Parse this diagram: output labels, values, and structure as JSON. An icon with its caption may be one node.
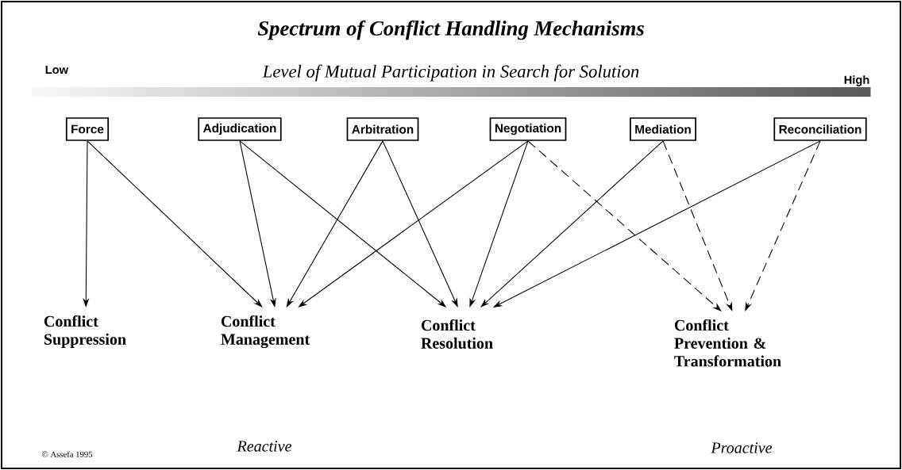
{
  "diagram": {
    "title": "Spectrum of Conflict Handling Mechanisms",
    "nodes": [
      {
        "text": [
          "Force"
        ]
      },
      {
        "text": [
          "Adjudication"
        ]
      },
      {
        "text": [
          "Arbitration"
        ]
      },
      {
        "text": [
          "Negotiation"
        ]
      },
      {
        "text": [
          "Mediation"
        ]
      },
      {
        "text": [
          "Reconciliation"
        ]
      },
      {
        "text": [
          "Conflict Suppression"
        ]
      },
      {
        "text": [
          "Conflict Management"
        ]
      },
      {
        "text": [
          "Conflict Resolution"
        ]
      },
      {
        "text": [
          "Conflict Prevention & Transformation"
        ]
      }
    ],
    "edges": [
      {
        "from": 0,
        "to": 6,
        "arrow": "to"
      },
      {
        "from": 0,
        "to": 7,
        "arrow": "to"
      },
      {
        "from": 1,
        "to": 7,
        "arrow": "to"
      },
      {
        "from": 1,
        "to": 8,
        "arrow": "to"
      },
      {
        "from": 2,
        "to": 7,
        "arrow": "to"
      },
      {
        "from": 2,
        "to": 8,
        "arrow": "to"
      },
      {
        "from": 3,
        "to": 7,
        "arrow": "to"
      },
      {
        "from": 3,
        "to": 8,
        "arrow": "to"
      },
      {
        "from": 3,
        "to": 9,
        "arrow": "to",
        "style": "dashed"
      },
      {
        "from": 4,
        "to": 8,
        "arrow": "to"
      },
      {
        "from": 4,
        "to": 9,
        "arrow": "to",
        "style": "dashed"
      },
      {
        "from": 5,
        "to": 8,
        "arrow": "to"
      },
      {
        "from": 5,
        "to": 9,
        "arrow": "to",
        "style": "dashed"
      }
    ],
    "labels": [
      "Level of Mutual Participation in Search for Solution",
      "Low",
      "High",
      "Reactive",
      "Proactive",
      "© Assefa 1995"
    ]
  }
}
